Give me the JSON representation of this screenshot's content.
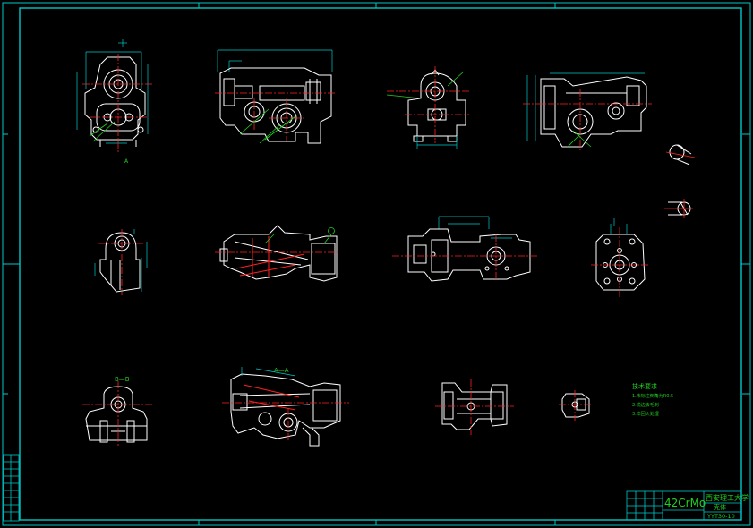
{
  "labels": {
    "section_a": "A—A",
    "section_b": "B—B",
    "view_a": "A"
  },
  "tech_notes": {
    "title": "技术要求",
    "items": [
      "1.未标注倒角为R0.5",
      "2.锐边去毛刺",
      "3.淬回火处理"
    ]
  },
  "title_block": {
    "material": "42CrMo",
    "school": "西安理工大学",
    "part_name": "壳体",
    "drawing_no": "YYT30-10"
  },
  "colors": {
    "background": "#000000",
    "frame": "#00c8c8",
    "outline": "#ffffff",
    "centerline": "#ff2020",
    "dimension": "#00c8c8",
    "hatch": "#20d020",
    "text": "#20d020"
  }
}
